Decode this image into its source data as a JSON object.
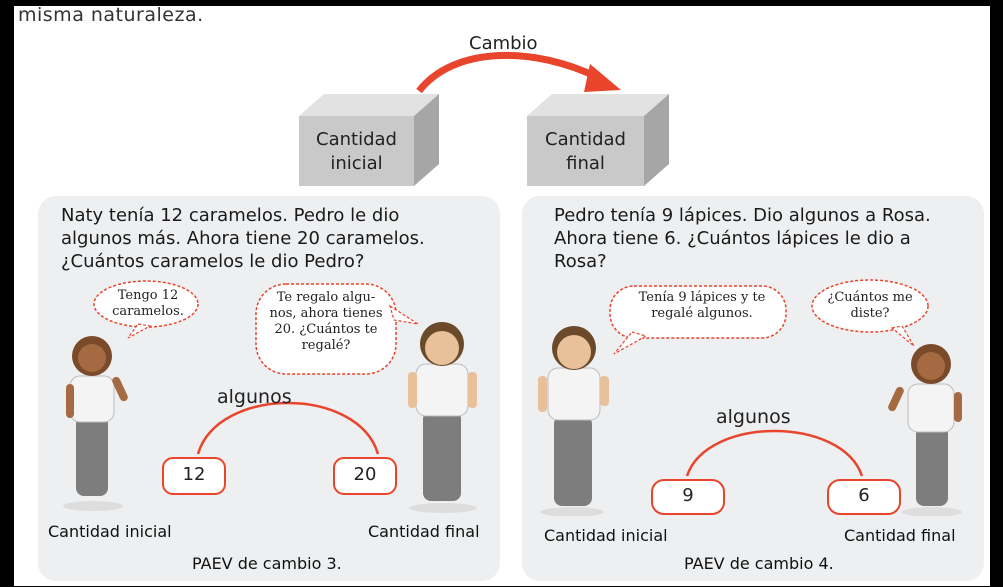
{
  "header": {
    "cut_text": "misma naturaleza."
  },
  "diagram": {
    "change_label": "Cambio",
    "initial_box": [
      "Cantidad",
      "inicial"
    ],
    "final_box": [
      "Cantidad",
      "final"
    ]
  },
  "panels": [
    {
      "problem": [
        "Naty tenía 12 caramelos. Pedro le dio",
        "algunos más. Ahora tiene 20 caramelos.",
        "¿Cuántos caramelos le dio Pedro?"
      ],
      "bubble_left": [
        "Tengo 12",
        "caramelos."
      ],
      "bubble_right": [
        "Te regalo algu-",
        "nos, ahora tienes",
        "20. ¿Cuántos te",
        "regalé?"
      ],
      "arc_label": "algunos",
      "initial_value": "12",
      "final_value": "20",
      "initial_caption": "Cantidad inicial",
      "final_caption": "Cantidad final",
      "caption": "PAEV de cambio 3."
    },
    {
      "problem": [
        "Pedro tenía 9 lápices. Dio algunos a Rosa.",
        "Ahora tiene 6. ¿Cuántos lápices le dio a",
        "Rosa?"
      ],
      "bubble_left": [
        "Tenía 9 lápices y te",
        "regalé algunos."
      ],
      "bubble_right": [
        "¿Cuántos me",
        "diste?"
      ],
      "arc_label": "algunos",
      "initial_value": "9",
      "final_value": "6",
      "initial_caption": "Cantidad inicial",
      "final_caption": "Cantidad final",
      "caption": "PAEV de cambio 4."
    }
  ],
  "colors": {
    "accent": "#e8452c",
    "panel": "#edeff1",
    "box_front": "#c9c9c9",
    "box_top": "#e2e2e2",
    "box_side": "#a6a6a6"
  }
}
